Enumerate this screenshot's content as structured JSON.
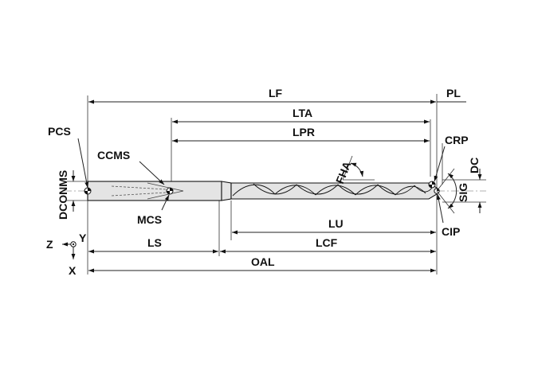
{
  "labels": {
    "lf": "LF",
    "pl": "PL",
    "lta": "LTA",
    "lpr": "LPR",
    "pcs": "PCS",
    "ccms": "CCMS",
    "crp": "CRP",
    "fha": "FHA",
    "dc": "DC",
    "sig": "SIG",
    "dconms": "DCONMS",
    "mcs": "MCS",
    "lu": "LU",
    "cip": "CIP",
    "z": "Z",
    "y": "Y",
    "x": "X",
    "ls": "LS",
    "lcf": "LCF",
    "oal": "OAL"
  },
  "colors": {
    "line": "#111111",
    "body_fill": "#e4e4e4"
  }
}
